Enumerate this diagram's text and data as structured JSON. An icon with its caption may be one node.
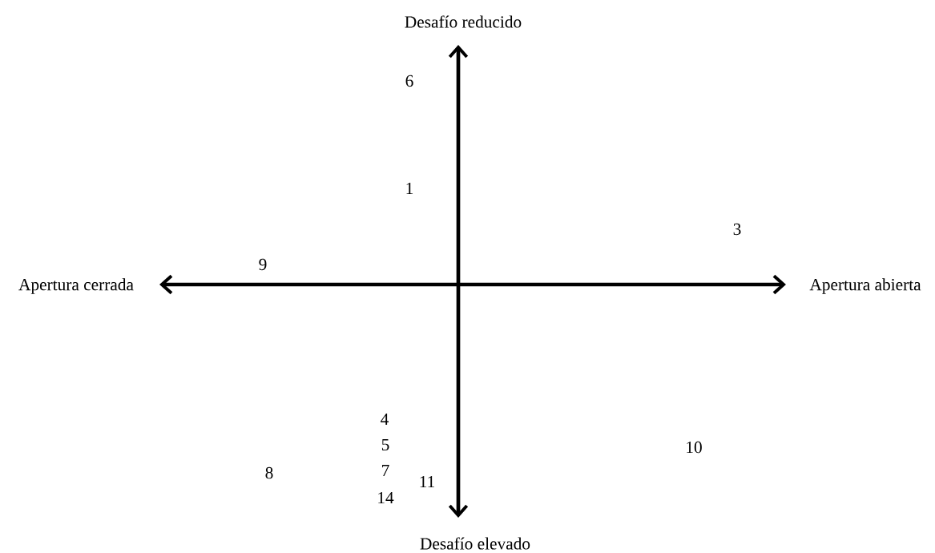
{
  "diagram": {
    "labels": [
      "Desafío reducido",
      "6",
      "1",
      "3",
      "9",
      "Apertura cerrada",
      "Apertura abierta",
      "4",
      "10",
      "5",
      "8",
      "7",
      "11",
      "14",
      "Desafío elevado"
    ]
  }
}
